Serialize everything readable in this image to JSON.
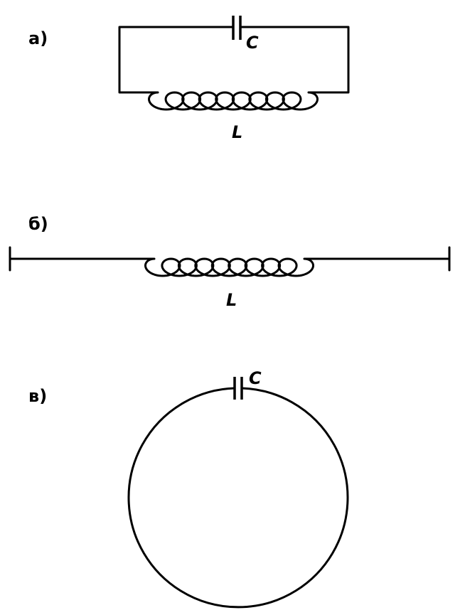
{
  "panels": [
    {
      "label": "а)",
      "capacitor_symbol": "C",
      "inductor_symbol": "L"
    },
    {
      "label": "б)",
      "inductor_symbol": "L"
    },
    {
      "label": "в)",
      "capacitor_symbol": "C"
    }
  ],
  "colors": {
    "ink": "#000000",
    "background": "#ffffff"
  }
}
